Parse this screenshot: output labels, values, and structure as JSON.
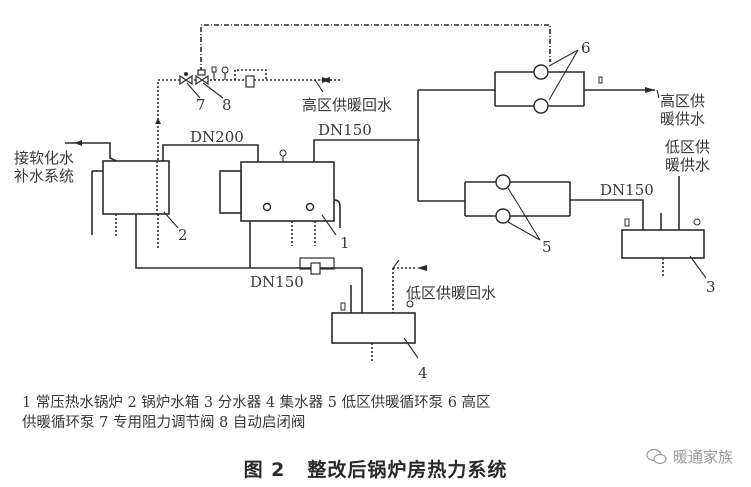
{
  "figure": {
    "number_label": "图 2",
    "title": "整改后锅炉房热力系统"
  },
  "labels": {
    "makeup_water": [
      "接软化水",
      "补水系统"
    ],
    "high_zone_return": "高区供暖回水",
    "high_zone_supply": [
      "高区供",
      "暖供水"
    ],
    "low_zone_supply": [
      "低区供",
      "暖供水"
    ],
    "low_zone_return": "低区供暖回水",
    "pipe_dn200": "DN200",
    "pipe_dn150_top": "DN150",
    "pipe_dn150_bottom": "DN150",
    "pipe_dn150_right": "DN150"
  },
  "component_numbers": [
    "1",
    "2",
    "3",
    "4",
    "5",
    "6",
    "7",
    "8"
  ],
  "legend": [
    {
      "num": "1",
      "name": "常压热水锅炉"
    },
    {
      "num": "2",
      "name": "锅炉水箱"
    },
    {
      "num": "3",
      "name": "分水器"
    },
    {
      "num": "4",
      "name": "集水器"
    },
    {
      "num": "5",
      "name": "低区供暖循环泵"
    },
    {
      "num": "6",
      "name": "高区供暖循环泵"
    },
    {
      "num": "7",
      "name": "专用阻力调节阀"
    },
    {
      "num": "8",
      "name": "自动启闭阀"
    }
  ],
  "legend_text": {
    "line1": "1 常压热水锅炉   2 锅炉水箱   3 分水器   4 集水器   5 低区供暖循环泵   6 高区",
    "line2": "供暖循环泵   7 专用阻力调节阀   8 自动启闭阀"
  },
  "watermark": {
    "icon": "wechat-icon",
    "text": "暖通家族"
  }
}
